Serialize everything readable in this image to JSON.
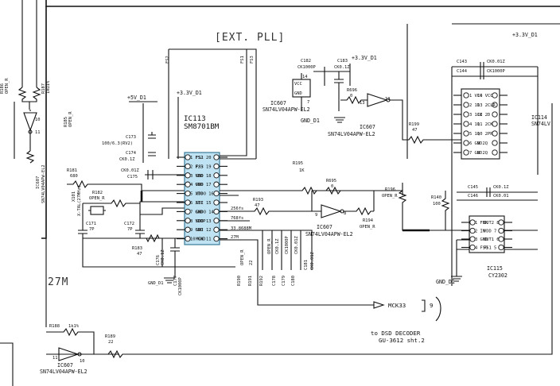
{
  "header": {
    "ext_pll": "[EXT. PLL]"
  },
  "power": {
    "v33_top_right": "+3.3V_D1",
    "v33_ic113": "+3.3V_D1",
    "v33_c183": "+3.3V_D1",
    "v5": "+5V_D1"
  },
  "ic113": {
    "ref": "IC113",
    "part": "SM8701BM",
    "fs1": "FS1",
    "fs2": "FS2",
    "fs3": "FS3",
    "left_pins": [
      "1 FS2",
      "2 P/S",
      "3 VDD",
      "4 GND",
      "5 XTO",
      "6 XTI",
      "7 GND",
      "8 VDDP",
      "9 GND",
      "10 GND"
    ],
    "right_pins": [
      "FS1 20",
      "FS3 19",
      "GND 18",
      "VDD 17",
      "VDDO 16",
      "SDI 15",
      "GNDO 14",
      "SDO 13",
      "SDI 12",
      "MCK 11"
    ]
  },
  "ic114": {
    "ref": "IC114",
    "part": "SN74LV",
    "pins": [
      "1 VCC",
      "2 1D",
      "3 1CK",
      "4 1Q",
      "5 1Q",
      "6 GND",
      "7 GND",
      "14 VCC",
      "13 2CLR",
      "12 2D",
      "11 2CK",
      "10 2PR",
      "9 2Q",
      "8 2Q"
    ]
  },
  "ic115": {
    "ref": "IC115",
    "part": "CY2302",
    "pins": [
      "1 FBK",
      "2 IN",
      "3 GND",
      "4 FS0",
      "OUT2 8",
      "VDD 7",
      "OUT1 6",
      "FS1 5"
    ]
  },
  "gates": {
    "ic607_a": {
      "ref": "IC607",
      "part": "SN74LV04APW-EL2"
    },
    "ic607_b": {
      "ref": "IC607",
      "part": "SN74LV04APW-EL2"
    },
    "ic607_c": {
      "ref": "IC607",
      "part": "SN74LV04APW-EL2"
    },
    "ic607_d": {
      "ref": "IC607",
      "part": "SN74LV04APW-EL2"
    },
    "ic607_e": {
      "ref": "IC607",
      "part": "SN74LV04APW-EL2"
    },
    "pin10": "10",
    "pin11": "11",
    "pin12": "12",
    "pin13": "13",
    "pin9": "9",
    "pin8": "8",
    "pin7": "7",
    "pin14": "14",
    "vcc": "VCC",
    "gnd": "GND"
  },
  "components": {
    "r186": "R186",
    "r186v": "OPEN_R",
    "r187": "R187",
    "r187v": "1kΩ1%",
    "r185": "R185",
    "r185v": "OPEN_R",
    "r188": "R188",
    "r188v": "1k1%",
    "c173": "C173",
    "c173v": "100/6.3(RV2)",
    "c174": "C174",
    "c174v": "CK0.1Z",
    "c175": "C175",
    "c175v": "CK0.01Z",
    "r181": "R181",
    "r181v": "680",
    "r182": "R182",
    "r182v": "OPEN_R",
    "x101": "X101",
    "x101v": "X-TAL(27MHz)",
    "c171": "C171",
    "c171v": "7P",
    "c172": "C172",
    "c172v": "7P",
    "r183": "R183",
    "r183v": "47",
    "c176": "C176",
    "c176v": "CK0.1Z",
    "c177": "C177",
    "c177v": "CK1000P",
    "c182": "C182",
    "c182v": "CK1000P",
    "c183": "C183",
    "c183v": "CK0.1Z",
    "r696": "R696",
    "r696v": "0",
    "r195": "R195",
    "r195v": "1K",
    "r695": "R695",
    "r695v": "0",
    "r193": "R193",
    "r193v": "47",
    "r196": "R196",
    "r196v": "OPEN_R",
    "r194": "R194",
    "r194v": "OPEN_R",
    "r190": "R190",
    "r190v": "OPEN_R",
    "r191": "R191",
    "r191v": "22",
    "r192": "R192",
    "r192v": "OPEN_R",
    "c178": "C178",
    "c178v": "CK0.1Z",
    "c179": "C179",
    "c179v": "CK1000P",
    "c180": "C180",
    "c180v": "CK0.01Z",
    "c181": "C181",
    "c181v": "CK0.01Z",
    "r199": "R199",
    "r199v": "47",
    "r140": "R140",
    "r140v": "100",
    "c143": "C143",
    "c143v": "CK0.01Z",
    "c144": "C144",
    "c144v": "CK1000P",
    "c145": "C145",
    "c145v": "CK0.1Z",
    "c146": "C146",
    "c146v": "CK0.01",
    "r189": "R189",
    "r189v": "22"
  },
  "nets": {
    "f256": "256fs",
    "f768": "768fs",
    "f33": "33.8688M",
    "f27": "27M",
    "m27_big": "27M",
    "mck33": "MCK33",
    "mck33_num": "9",
    "gnd_d1_a": "GND_D1",
    "gnd_d1_b": "GND_D1",
    "gnd_d1_c": "GND_D1",
    "gnd_d1_d": "GND_D1"
  },
  "footer": {
    "to_dsd": "to DSD DECODER",
    "sheet": "GU-3612 sht.2"
  }
}
